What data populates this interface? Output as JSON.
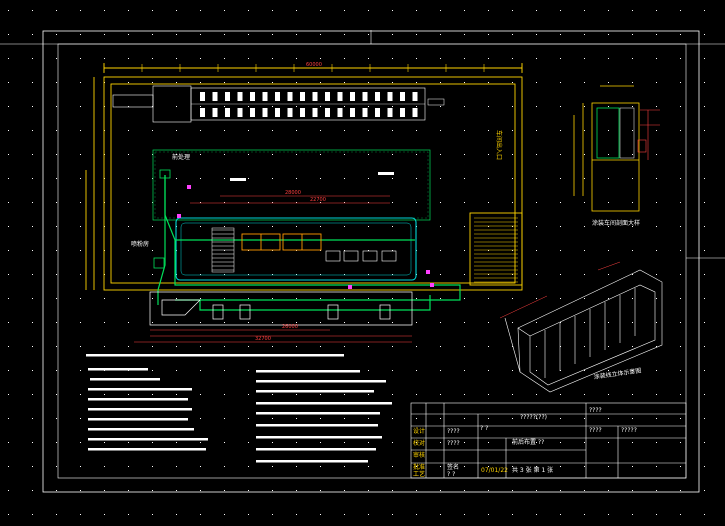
{
  "colors": {
    "background": "#000000",
    "frame": "#ffffff",
    "building": "#ffd400",
    "pipe_green": "#00e05a",
    "pipe_cyan": "#00d8d8",
    "dimension": "#ff4040",
    "magenta": "#ff40ff",
    "equipment": "#ff9a00"
  },
  "title_block": {
    "project_code": "?????(??)",
    "sheet_info": "共 3 张   第 1 张",
    "date": "07/01/22",
    "scale_label": "? ?",
    "drawing_name": "前后布置 ??",
    "code_a": "????",
    "code_b": "?????",
    "code_c": "????",
    "rows": [
      {
        "label": "设计",
        "value": "????"
      },
      {
        "label": "校对",
        "value": "????"
      },
      {
        "label": "审核",
        "value": ""
      },
      {
        "label": "批准",
        "value": "签名"
      },
      {
        "label": "工艺",
        "value": "? ?"
      }
    ]
  },
  "labels": {
    "side_view_caption": "涂装车间剖面大样",
    "iso_view_caption": "涂装线立体示意图",
    "equipment_tag": "前处理",
    "pump_tag": "喷粉房",
    "building_note": "车间出入口"
  },
  "dimensions": {
    "overall_width": "60000",
    "bottom_total": "32700",
    "bottom_mid": "26000",
    "loop_width": "28000",
    "inner_width": "22700"
  }
}
